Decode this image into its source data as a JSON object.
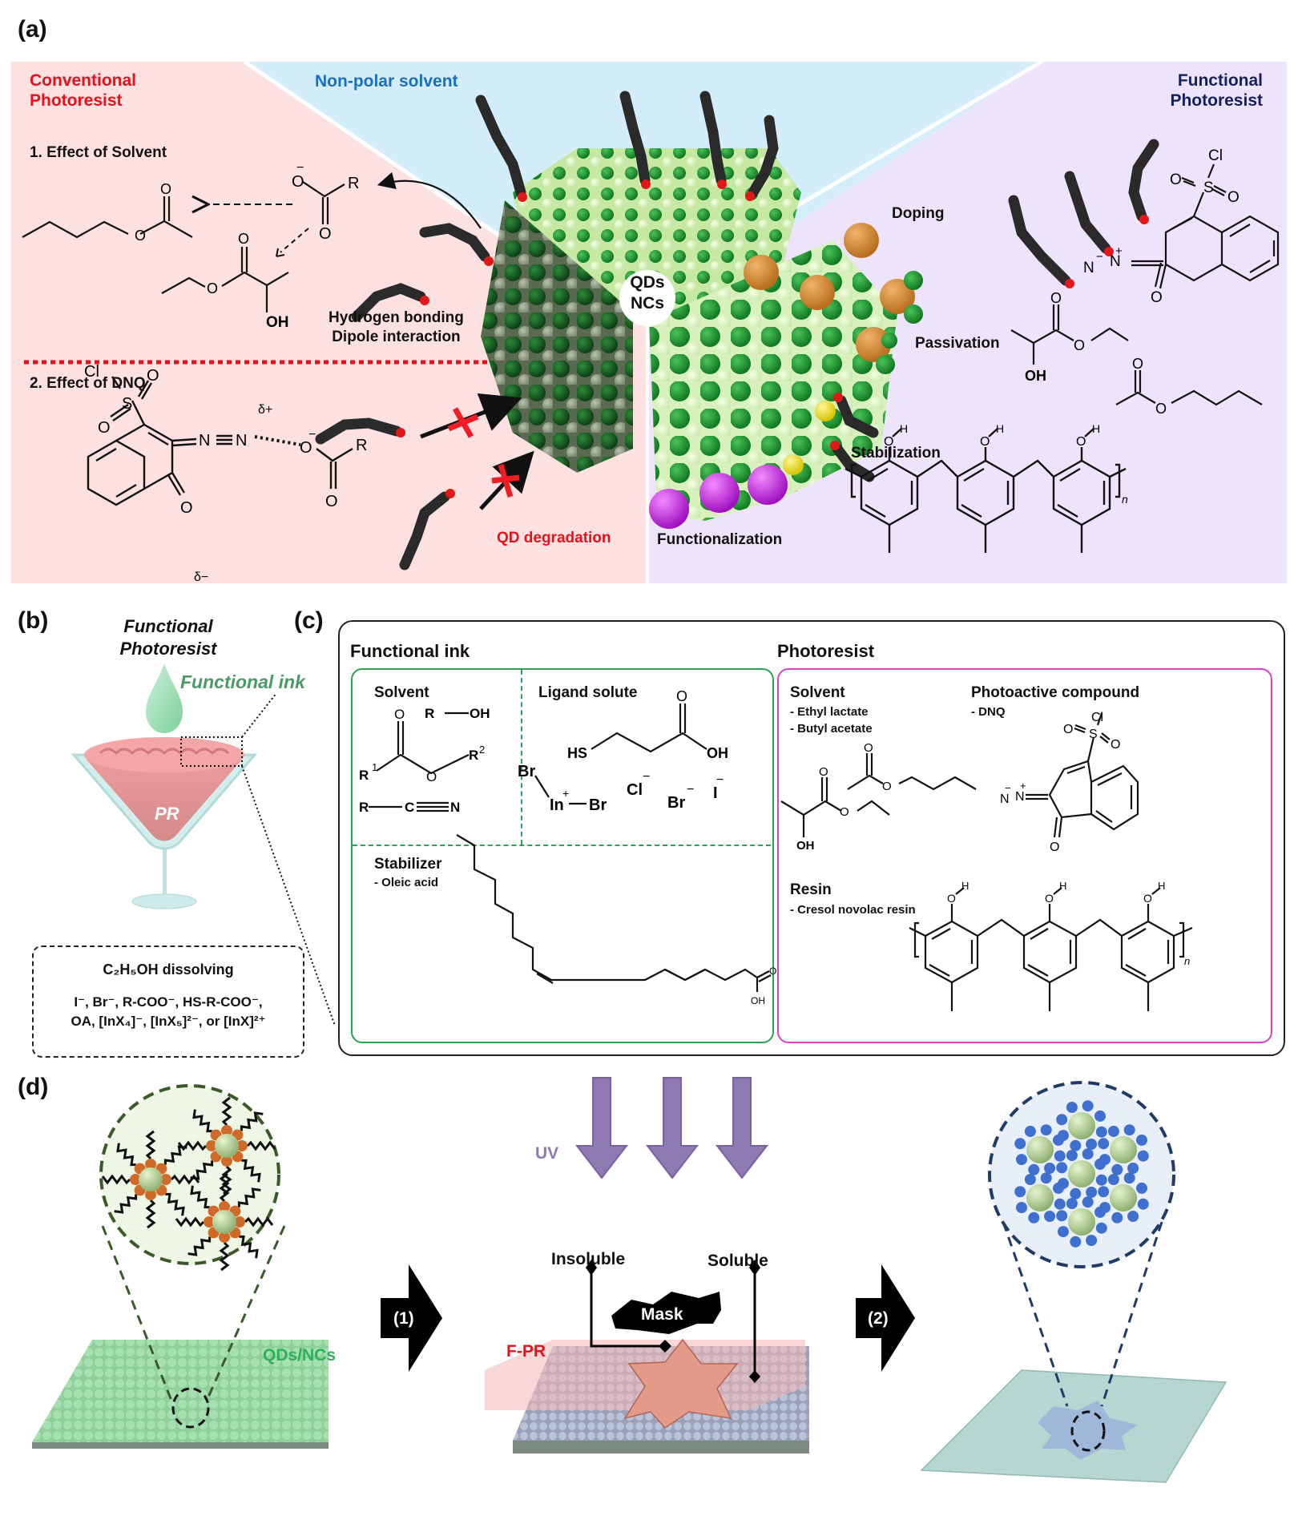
{
  "panels": {
    "a": {
      "label": "(a)",
      "conventional_title_1": "Conventional",
      "conventional_title_2": "Photoresist",
      "nonpolar_title": "Non-polar solvent",
      "functional_title_1": "Functional",
      "functional_title_2": "Photoresist",
      "effect_solvent": "1. Effect of Solvent",
      "effect_dnq": "2. Effect of DNQ",
      "hbond_1": "Hydrogen bonding",
      "hbond_2": "Dipole interaction",
      "qd_degradation": "QD degradation",
      "core_1": "QDs",
      "core_2": "NCs",
      "doping": "Doping",
      "passivation": "Passivation",
      "stabilization": "Stabilization",
      "functionalization": "Functionalization",
      "atoms": {
        "O": "O",
        "OH": "OH",
        "R": "R",
        "Cl": "Cl",
        "S": "S",
        "N": "N",
        "H": "H",
        "n": "n",
        "delta_plus": "δ+",
        "delta_minus": "δ−",
        "minus": "−",
        "plus": "+"
      },
      "colors": {
        "conventional_bg": "#fde0e0",
        "nonpolar_bg": "#d3eefa",
        "functional_bg": "#ede3fb",
        "conventional_text": "#e8101a",
        "nonpolar_text": "#1a6fbf",
        "functional_text": "#14205e",
        "red_cross": "#ee1c24"
      }
    },
    "b": {
      "label": "(b)",
      "title_1": "Functional",
      "title_2": "Photoresist",
      "ink_label": "Functional ink",
      "pr_label": "PR",
      "box_title": "C₂H₅OH dissolving",
      "box_line_1": "I⁻, Br⁻, R-COO⁻, HS-R-COO⁻,",
      "box_line_2": "OA, [InX₄]⁻, [InX₅]²⁻, or [InX]²⁺"
    },
    "c": {
      "label": "(c)",
      "functional_ink": {
        "title": "Functional ink",
        "solvent": "Solvent",
        "ligand": "Ligand solute",
        "stabilizer": "Stabilizer",
        "stabilizer_sub": "- Oleic acid",
        "atoms": {
          "O": "O",
          "R": "R",
          "R_OH": "OH",
          "R1": "1",
          "R2": "2",
          "C": "C",
          "N": "N",
          "HS": "HS",
          "OH": "OH",
          "Br": "Br",
          "In": "In",
          "plus": "+",
          "Cl": "Cl",
          "I": "I",
          "minus": "−"
        }
      },
      "photoresist": {
        "title": "Photoresist",
        "solvent": "Solvent",
        "solvent_items": [
          "- Ethyl lactate",
          "- Butyl acetate"
        ],
        "photoactive": "Photoactive compound",
        "photoactive_sub": "- DNQ",
        "resin": "Resin",
        "resin_sub": "- Cresol novolac resin"
      }
    },
    "d": {
      "label": "(d)",
      "qd_label": "QDs/NCs",
      "step1": "(1)",
      "step2": "(2)",
      "uv": "UV",
      "insoluble": "Insoluble",
      "soluble": "Soluble",
      "mask": "Mask",
      "fpr": "F-PR"
    }
  }
}
